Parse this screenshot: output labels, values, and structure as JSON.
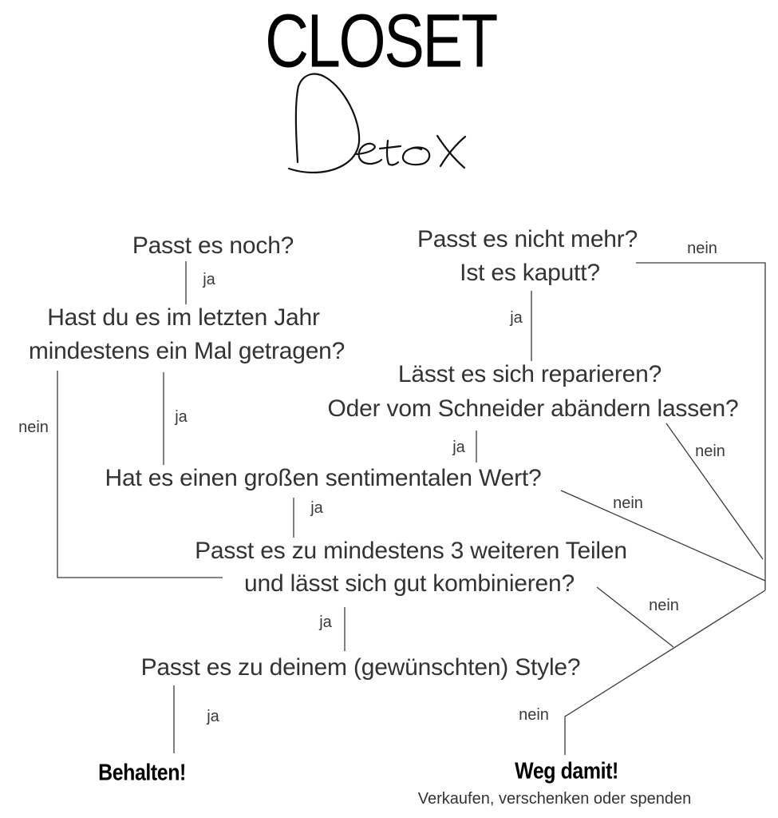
{
  "header": {
    "title_line1": "CLOSET",
    "title_line2": "Detox"
  },
  "flowchart": {
    "left_branch": {
      "q1": "Passt es noch?",
      "q2_line1": "Hast du es im letzten Jahr",
      "q2_line2": "mindestens ein Mal getragen?",
      "q3": "Hat es einen großen sentimentalen Wert?",
      "q4_line1": "Passt es zu mindestens 3 weiteren Teilen",
      "q4_line2": "und lässt sich gut kombinieren?",
      "q5": "Passt es zu deinem (gewünschten) Style?"
    },
    "right_branch": {
      "q1_line1": "Passt es nicht mehr?",
      "q1_line2": "Ist es kaputt?",
      "q2_line1": "Lässt es sich reparieren?",
      "q2_line2": "Oder vom Schneider abändern lassen?"
    },
    "labels": {
      "ja_1": "ja",
      "nein_top_right": "nein",
      "ja_kaputt": "ja",
      "nein_left": "nein",
      "ja_getragen": "ja",
      "ja_schneider": "ja",
      "nein_schneider": "nein",
      "ja_sentimental": "ja",
      "nein_sentimental": "nein",
      "nein_kombinieren": "nein",
      "ja_kombinieren": "ja",
      "ja_style": "ja",
      "nein_style": "nein"
    },
    "outcomes": {
      "keep": "Behalten!",
      "discard": "Weg damit!",
      "discard_sub": "Verkaufen, verschenken oder spenden"
    }
  },
  "colors": {
    "text": "#333333",
    "lines": "#3a3a3a",
    "background": "#ffffff"
  }
}
